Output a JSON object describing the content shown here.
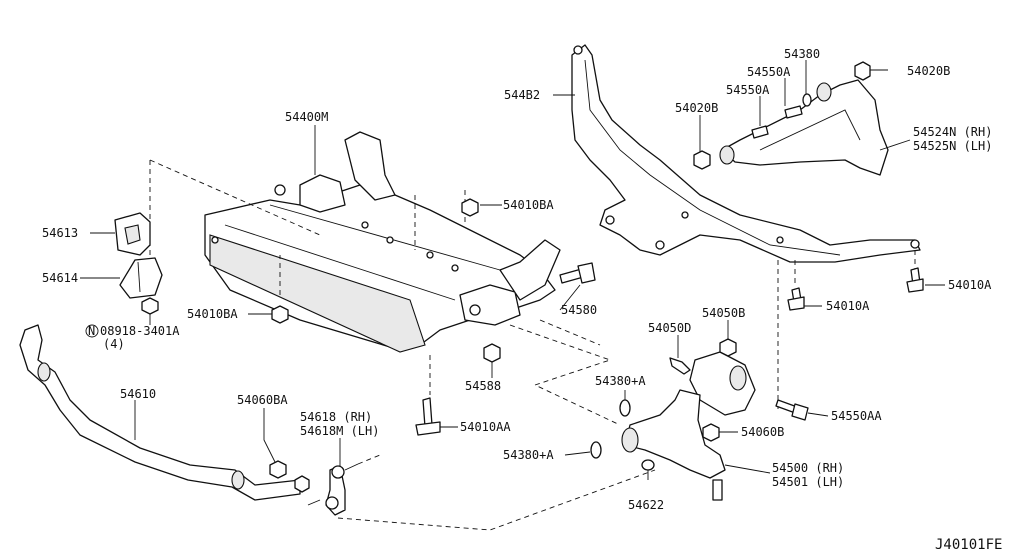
{
  "labels": {
    "p54400M": "54400M",
    "p54010BA_top": "54010BA",
    "p54613": "54613",
    "p54614": "54614",
    "p54010BA_left": "54010BA",
    "p08918": "08918-3401A",
    "p08918_qty": "(4)",
    "p54580": "54580",
    "p54588": "54588",
    "p54010AA": "54010AA",
    "p54610": "54610",
    "p54060BA": "54060BA",
    "p54618": "54618 (RH)",
    "p54618M": "54618M (LH)",
    "p544B2": "544B2",
    "p54380_top": "54380",
    "p54550A_1": "54550A",
    "p54550A_2": "54550A",
    "p54020B_top": "54020B",
    "p54020B_left": "54020B",
    "p54524N": "54524N (RH)",
    "p54525N": "54525N (LH)",
    "p54010A_right": "54010A",
    "p54010A_mid": "54010A",
    "p54050B": "54050B",
    "p54050D": "54050D",
    "p54380A_1": "54380+A",
    "p54380A_2": "54380+A",
    "p54550AA": "54550AA",
    "p54060B": "54060B",
    "p54500": "54500 (RH)",
    "p54501": "54501 (LH)",
    "p54622": "54622",
    "n_symbol": "N"
  },
  "reference": "J40101FE"
}
